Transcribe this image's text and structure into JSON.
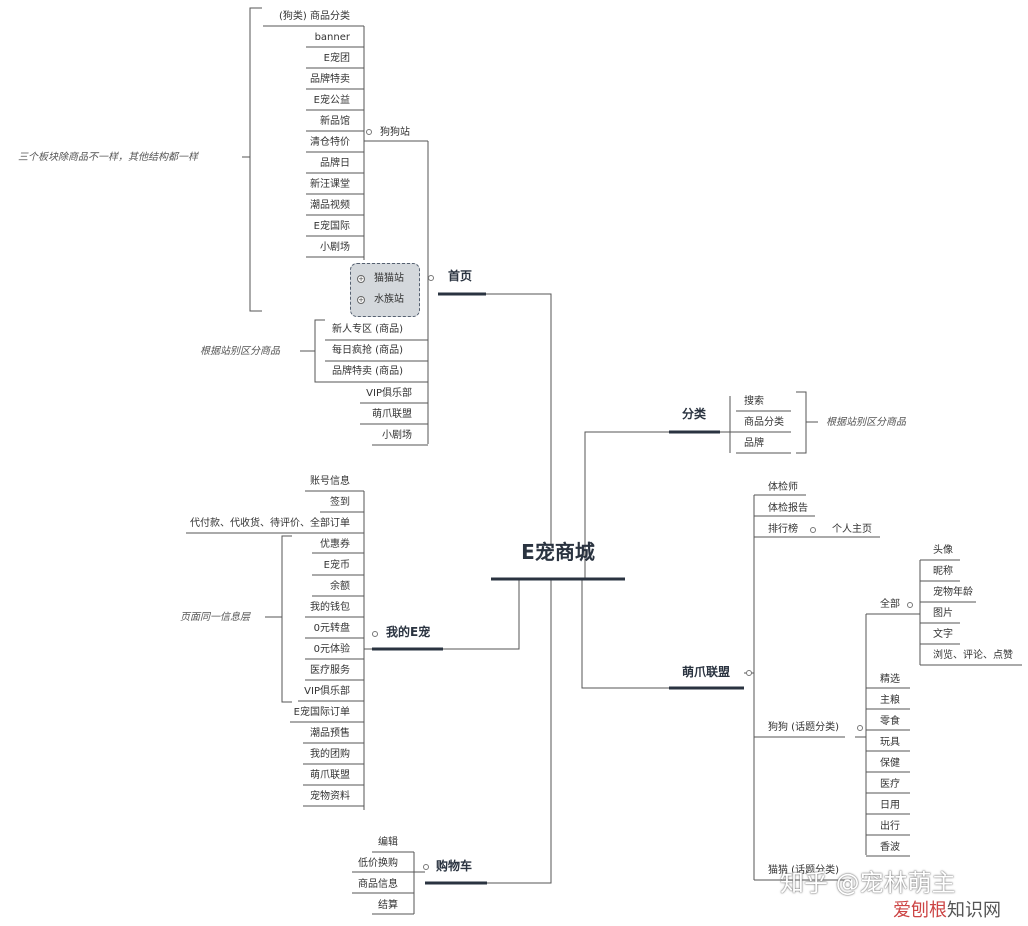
{
  "central": {
    "title": "E宠商城"
  },
  "home": {
    "title": "首页",
    "dog_station": {
      "label": "狗狗站",
      "items": [
        "(狗类) 商品分类",
        "banner",
        "E宠团",
        "品牌特卖",
        "E宠公益",
        "新品馆",
        "清仓特价",
        "品牌日",
        "新汪课堂",
        "潮品视频",
        "E宠国际",
        "小剧场"
      ]
    },
    "note_three": "三个板块除商品不一样，其他结构都一样",
    "cat_station": "猫猫站",
    "aqua_station": "水族站",
    "product_items": [
      "新人专区 (商品)",
      "每日疯抢 (商品)",
      "品牌特卖 (商品)"
    ],
    "note_station": "根据站别区分商品",
    "other_items": [
      "VIP俱乐部",
      "萌爪联盟",
      "小剧场"
    ]
  },
  "category": {
    "title": "分类",
    "items": [
      "搜索",
      "商品分类",
      "品牌"
    ],
    "note": "根据站别区分商品"
  },
  "mine": {
    "title": "我的E宠",
    "top_items": [
      "账号信息",
      "签到",
      "代付款、代收货、待评价、全部订单"
    ],
    "same_layer_items": [
      "优惠券",
      "E宠币",
      "余额",
      "我的钱包",
      "0元转盘",
      "0元体验",
      "医疗服务",
      "VIP俱乐部"
    ],
    "note": "页面同一信息层",
    "bottom_items": [
      "E宠国际订单",
      "潮品预售",
      "我的团购",
      "萌爪联盟",
      "宠物资料"
    ]
  },
  "cart": {
    "title": "购物车",
    "items": [
      "编辑",
      "低价换购",
      "商品信息",
      "结算"
    ]
  },
  "alliance": {
    "title": "萌爪联盟",
    "top_items": [
      "体检师",
      "体检报告",
      "排行榜"
    ],
    "personal_page": "个人主页",
    "dog_topics": "狗狗 (话题分类)",
    "all": "全部",
    "all_items": [
      "头像",
      "昵称",
      "宠物年龄",
      "图片",
      "文字",
      "浏览、评论、点赞"
    ],
    "topic_items": [
      "精选",
      "主粮",
      "零食",
      "玩具",
      "保健",
      "医疗",
      "日用",
      "出行",
      "香波"
    ],
    "cat_topics": "猫猫 (话题分类)"
  },
  "watermark": {
    "line1": "知乎 @宠林萌主",
    "line2_red": "爱刨根",
    "line2_gray": "知识网"
  }
}
